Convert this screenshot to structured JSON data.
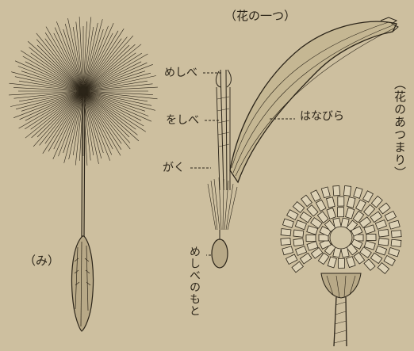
{
  "labels": {
    "one_flower": "（花の一つ）",
    "flower_cluster": "（花のあつまり）",
    "seed": "（み）",
    "pistil": "めしべ",
    "stamen": "をしべ",
    "petal": "はなびら",
    "calyx": "がく",
    "ovary": "めしべのもと"
  },
  "colors": {
    "paper": "#cdbf9f",
    "ink": "#2b2418"
  }
}
